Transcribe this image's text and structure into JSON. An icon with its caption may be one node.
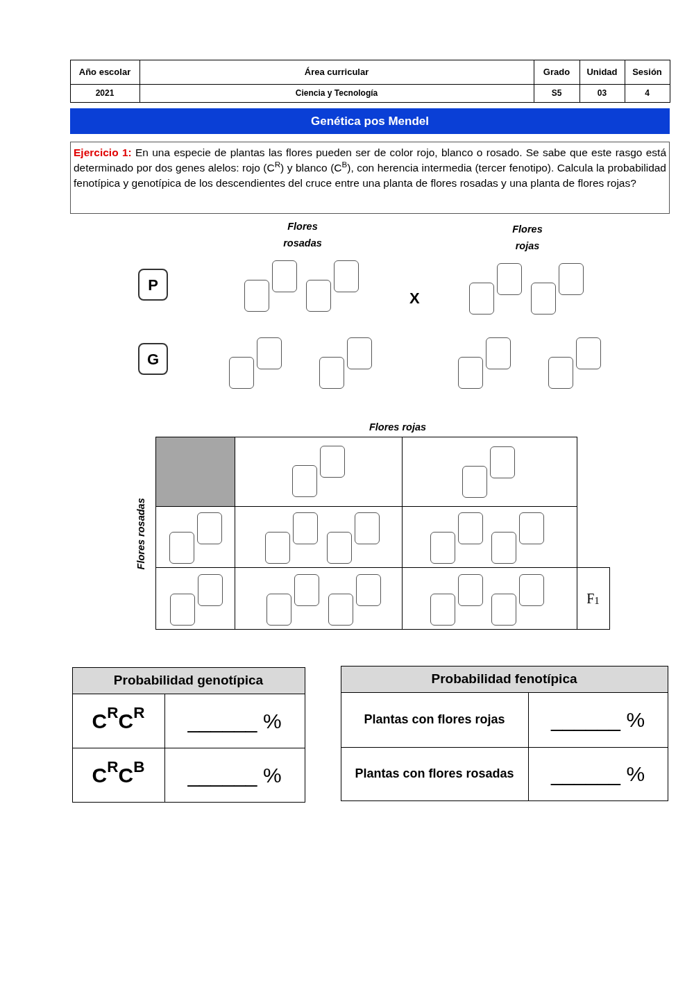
{
  "diagram": {
    "title": "Genética pos Mendel",
    "nodes": [
      {
        "text": [
          "P"
        ]
      },
      {
        "text": [
          "G"
        ]
      }
    ],
    "labels": [
      "Año escolar",
      "Área curricular",
      "Grado",
      "Unidad",
      "Sesión",
      "2021",
      "Ciencia y Tecnología",
      "S5",
      "03",
      "4",
      "**Ejercicio 1:** En una especie de plantas las flores pueden ser de color rojo, blanco o rosado. Se sabe que este rasgo está determinado por dos genes alelos: rojo (C$^{R}$) y blanco (C$^{B}$), con herencia intermedia (tercer fenotipo). Calcula la probabilidad fenotípica y genotípica de los descendientes del cruce entre una planta de flores rosadas y una planta de flores rojas?",
      "Flores rosadas",
      "Flores rojas",
      "X",
      "Flores rojas",
      "Flores rosadas",
      "F$_{1}$",
      "Probabilidad genotípica",
      "C$^{R}$C$^{R}$",
      "______ %",
      "C$^{R}$C$^{B}$",
      "______ %",
      "Probabilidad fenotípica",
      "Plantas con flores rojas",
      "______ %",
      "Plantas con flores rosadas",
      "______ %"
    ]
  }
}
